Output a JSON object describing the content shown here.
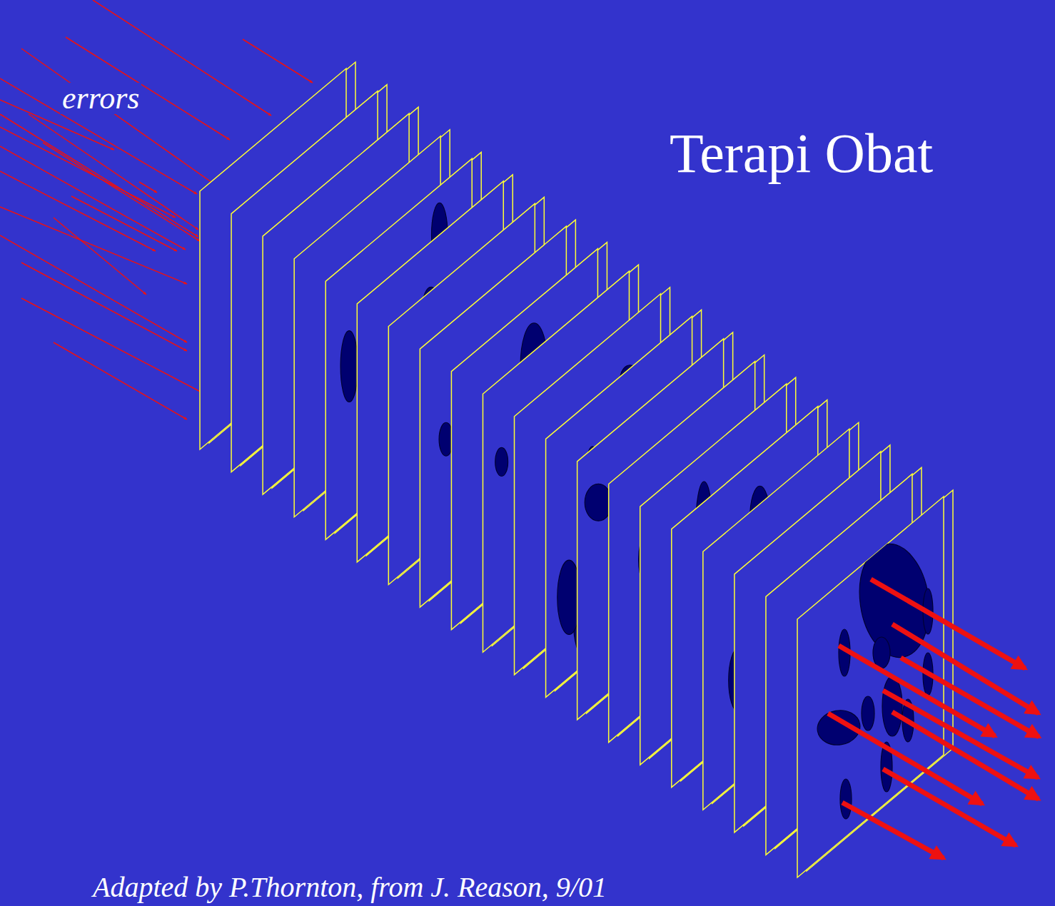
{
  "diagram": {
    "title": "Terapi Obat",
    "caption": "Adapted by P.Thornton, from J. Reason, 9/01",
    "labels": [
      "errors"
    ]
  }
}
